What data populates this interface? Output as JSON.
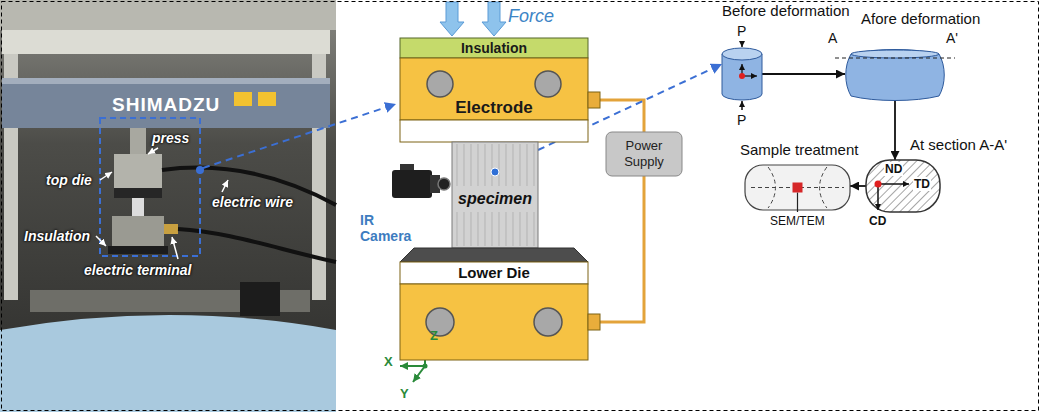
{
  "diagram": {
    "nodes": [
      {
        "text": [
          "Insulation"
        ]
      },
      {
        "text": [
          "Electrode"
        ]
      },
      {
        "text": [
          "specimen"
        ]
      },
      {
        "text": [
          "Power Supply"
        ]
      },
      {
        "text": [
          "Lower Die"
        ]
      },
      {
        "text": [
          "Before deformation"
        ]
      },
      {
        "text": [
          "Afore deformation"
        ]
      },
      {
        "text": [
          "At section A-A'"
        ]
      },
      {
        "text": [
          "Sample treatment"
        ]
      }
    ],
    "edges": [
      {
        "from": 1,
        "to": 3,
        "arrow": "none"
      },
      {
        "from": 4,
        "to": 3,
        "arrow": "none"
      },
      {
        "from": 2,
        "to": 5,
        "arrow": "to"
      },
      {
        "from": 5,
        "to": 6,
        "arrow": "to"
      },
      {
        "from": 6,
        "to": 7,
        "arrow": "to"
      },
      {
        "from": 7,
        "to": 8,
        "arrow": "to"
      }
    ],
    "labels": [
      "SHIMADZU",
      "press",
      "top die",
      "electric wire",
      "Insulation",
      "electric terminal",
      "Force",
      "IR Camera",
      "Z",
      "X",
      "Y",
      "P",
      "P",
      "A",
      "A'",
      "ND",
      "TD",
      "CD",
      "SEM/TEM"
    ]
  }
}
